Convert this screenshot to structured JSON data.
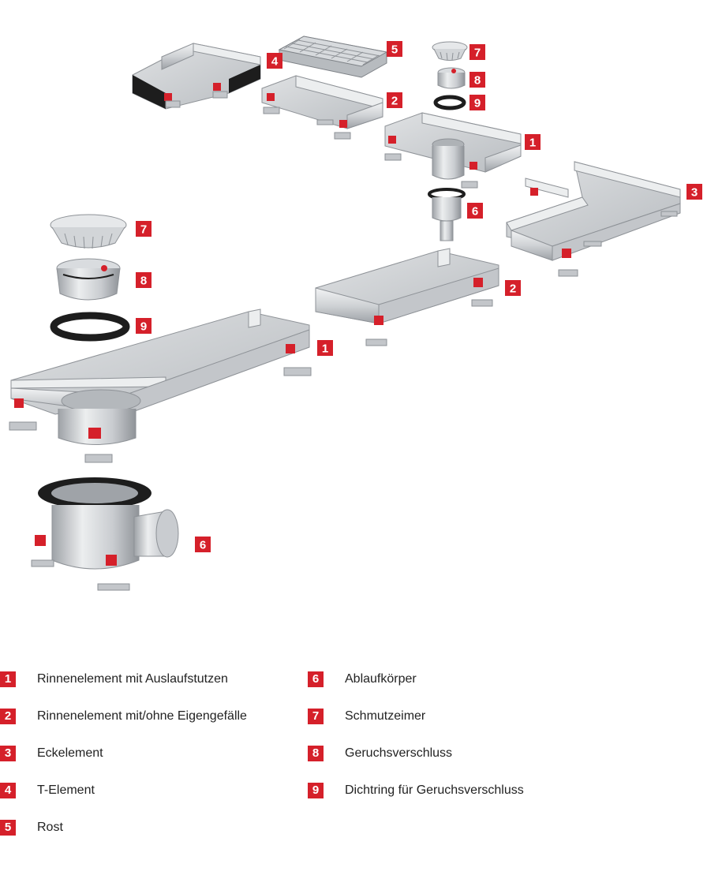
{
  "colors": {
    "accent_red": "#d5202a",
    "steel_light": "#e7e8ea",
    "steel_mid": "#c3c6ca",
    "steel_dark": "#8e9297",
    "rubber_black": "#1d1d1d",
    "text": "#222222"
  },
  "callouts": [
    {
      "id": "c4a",
      "label": "4"
    },
    {
      "id": "c5a",
      "label": "5"
    },
    {
      "id": "c7a",
      "label": "7"
    },
    {
      "id": "c8a",
      "label": "8"
    },
    {
      "id": "c9a",
      "label": "9"
    },
    {
      "id": "c2a",
      "label": "2"
    },
    {
      "id": "c1a",
      "label": "1"
    },
    {
      "id": "c3a",
      "label": "3"
    },
    {
      "id": "c6a",
      "label": "6"
    },
    {
      "id": "c7b",
      "label": "7"
    },
    {
      "id": "c8b",
      "label": "8"
    },
    {
      "id": "c9b",
      "label": "9"
    },
    {
      "id": "c2b",
      "label": "2"
    },
    {
      "id": "c1b",
      "label": "1"
    },
    {
      "id": "c6b",
      "label": "6"
    }
  ],
  "legend": {
    "left": [
      {
        "num": "1",
        "text": "Rinnenelement mit Auslaufstutzen"
      },
      {
        "num": "2",
        "text": "Rinnenelement mit/ohne Eigengefälle"
      },
      {
        "num": "3",
        "text": "Eckelement"
      },
      {
        "num": "4",
        "text": "T-Element"
      },
      {
        "num": "5",
        "text": "Rost"
      }
    ],
    "right": [
      {
        "num": "6",
        "text": "Ablaufkörper"
      },
      {
        "num": "7",
        "text": "Schmutzeimer"
      },
      {
        "num": "8",
        "text": "Geruchsverschluss"
      },
      {
        "num": "9",
        "text": "Dichtring für Geruchsverschluss"
      }
    ]
  }
}
